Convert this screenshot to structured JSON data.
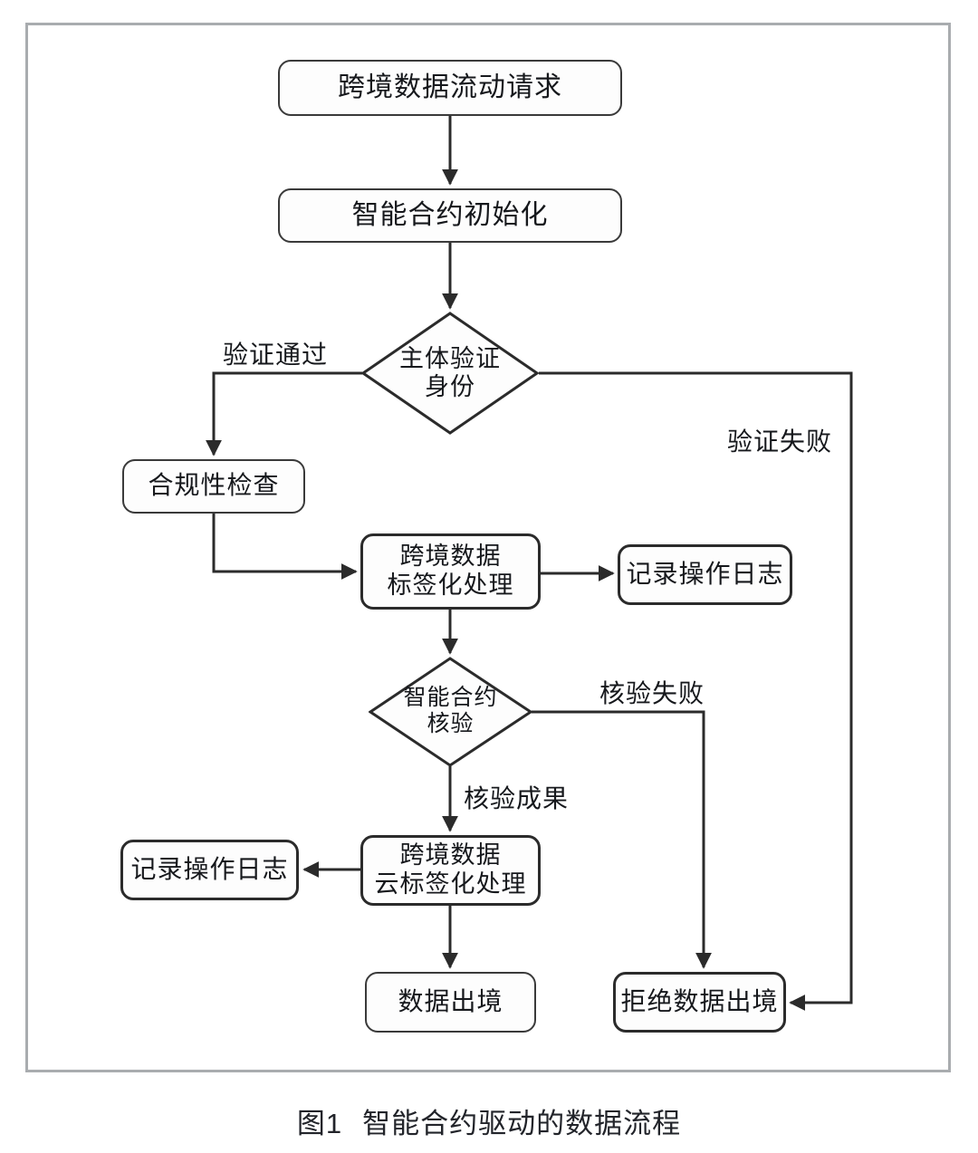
{
  "figure": {
    "caption_number": "图1",
    "caption_title": "智能合约驱动的数据流程",
    "frame_color": "#a9acaf",
    "stroke_color": "#2b2b2b",
    "text_color": "#16181c",
    "background": "#ffffff"
  },
  "diagram": {
    "type": "flowchart",
    "orientation": "top-to-bottom",
    "nodes": [
      {
        "id": "n1",
        "shape": "rounded-rect",
        "label": "跨境数据流动请求"
      },
      {
        "id": "n2",
        "shape": "rounded-rect",
        "label": "智能合约初始化"
      },
      {
        "id": "d1",
        "shape": "diamond",
        "label_line1": "主体验证",
        "label_line2": "身份"
      },
      {
        "id": "n3",
        "shape": "rounded-rect",
        "label": "合规性检查"
      },
      {
        "id": "n4",
        "shape": "rounded-rect",
        "label_line1": "跨境数据",
        "label_line2": "标签化处理"
      },
      {
        "id": "n5",
        "shape": "rounded-rect",
        "label": "记录操作日志"
      },
      {
        "id": "d2",
        "shape": "diamond",
        "label_line1": "智能合约",
        "label_line2": "核验"
      },
      {
        "id": "n6",
        "shape": "rounded-rect",
        "label_line1": "跨境数据",
        "label_line2": "云标签化处理"
      },
      {
        "id": "n7",
        "shape": "rounded-rect",
        "label": "记录操作日志"
      },
      {
        "id": "n8",
        "shape": "rounded-rect",
        "label": "数据出境"
      },
      {
        "id": "n9",
        "shape": "rounded-rect",
        "label": "拒绝数据出境"
      }
    ],
    "edges": [
      {
        "from": "n1",
        "to": "n2",
        "label": ""
      },
      {
        "from": "n2",
        "to": "d1",
        "label": ""
      },
      {
        "from": "d1",
        "to": "n3",
        "label": "验证通过"
      },
      {
        "from": "d1",
        "to": "n9",
        "label": "验证失败"
      },
      {
        "from": "n3",
        "to": "n4",
        "label": ""
      },
      {
        "from": "n4",
        "to": "n5",
        "label": ""
      },
      {
        "from": "n4",
        "to": "d2",
        "label": ""
      },
      {
        "from": "d2",
        "to": "n6",
        "label": "核验成果"
      },
      {
        "from": "d2",
        "to": "n9",
        "label": "核验失败"
      },
      {
        "from": "n6",
        "to": "n7",
        "label": ""
      },
      {
        "from": "n6",
        "to": "n8",
        "label": ""
      }
    ],
    "edge_labels": {
      "verify_pass": "验证通过",
      "verify_fail": "验证失败",
      "check_fail": "核验失败",
      "check_pass": "核验成果"
    }
  }
}
